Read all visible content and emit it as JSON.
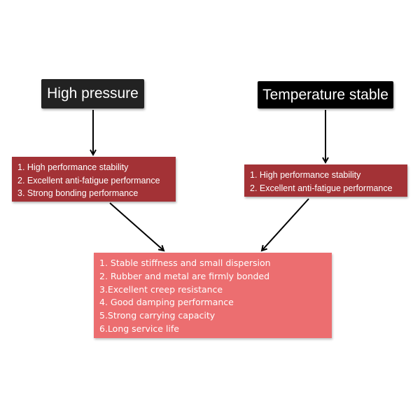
{
  "colors": {
    "dark_box": "#222222",
    "black_box": "#000000",
    "red_box": "#a33236",
    "pink_box": "#ec6e70",
    "arrow": "#000000"
  },
  "nodes": {
    "high_pressure": {
      "label": "High pressure"
    },
    "temperature_stable": {
      "label": "Temperature stable"
    },
    "left_properties": {
      "lines": [
        "1. High performance stability",
        "2. Excellent anti-fatigue performance",
        "3. Strong bonding performance"
      ]
    },
    "right_properties": {
      "lines": [
        "1. High performance stability",
        "2. Excellent anti-fatigue performance"
      ]
    },
    "result": {
      "lines": [
        "1. Stable stiffness and small dispersion",
        "2. Rubber and metal are firmly bonded",
        "3.Excellent creep resistance",
        "4. Good damping performance",
        "5.Strong carrying capacity",
        "6.Long service life"
      ]
    }
  }
}
